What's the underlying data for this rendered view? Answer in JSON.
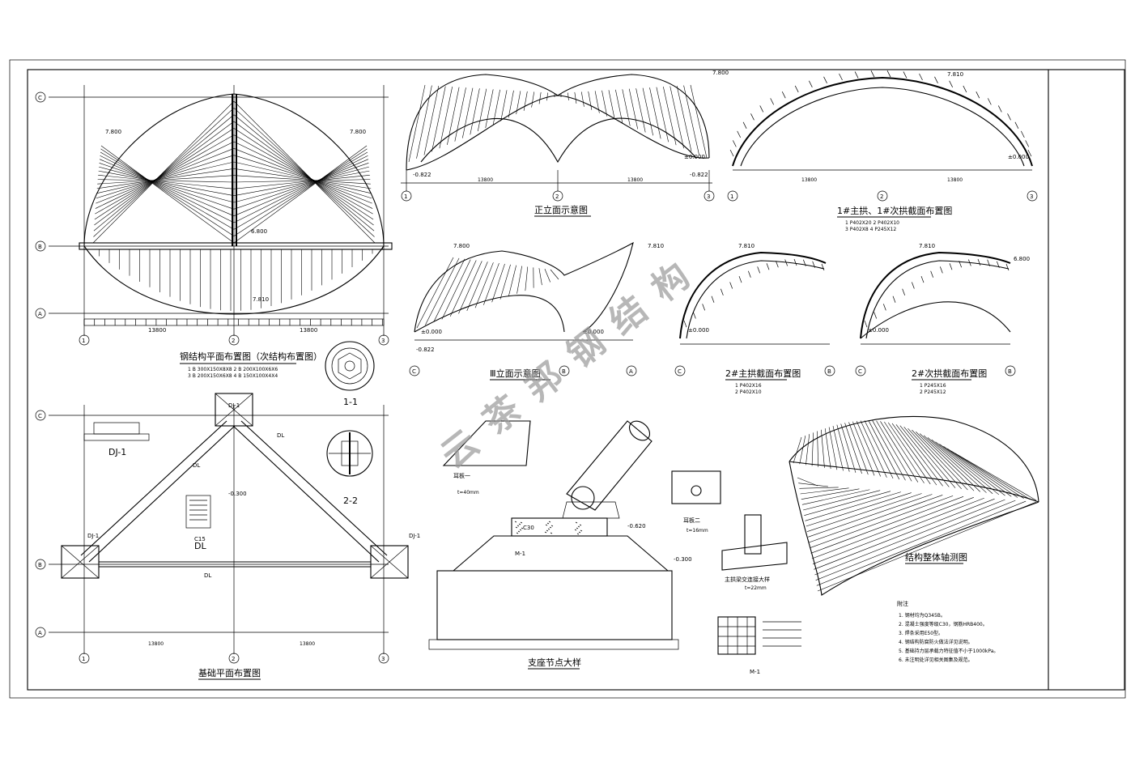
{
  "titles": {
    "plan": "钢结构平面布置图（次结构布置图）",
    "front_elev": "正立面示意图",
    "arch_sections": "1#主拱、1#次拱截面布置图",
    "side_elev": "Ⅲ立面示意图",
    "arch2_main": "2#主拱截面布置图",
    "arch2_sub": "2#次拱截面布置图",
    "foundation": "基础平面布置图",
    "support_node": "支座节点大样",
    "axon": "结构整体轴测图",
    "ear_plate1": "耳板一",
    "ear_plate2": "耳板二",
    "main_arch_joint": "主拱梁交连接大样",
    "notes_head": "附注",
    "sec11": "1-1",
    "sec22": "2-2",
    "dj1": "DJ-1",
    "dl": "DL",
    "m1": "M-1"
  },
  "axes": {
    "grid_num": [
      "1",
      "2",
      "3"
    ],
    "grid_letter": [
      "C",
      "B",
      "A"
    ]
  },
  "elevations": {
    "e7800": "7.800",
    "e7810": "7.810",
    "e6800": "6.800",
    "e0000": "±0.000",
    "em0822": "-0.822",
    "em0300": "-0.300",
    "em0620": "-0.620"
  },
  "dims": {
    "span": "13800",
    "half_span": "13800",
    "height": "7800"
  },
  "legend": {
    "arch1_r1": "1  P402X20  2  P402X10",
    "arch1_r2": "3  P402X8  4  P245X12",
    "plan_r1": "1  B 300X150X8X8  2  B 200X100X6X6",
    "plan_r2": "3  B 200X150X6X8  4  B 150X100X4X4",
    "arch2_main_r1": "1  P402X16",
    "arch2_main_r2": "2  P402X10",
    "arch2_sub_r1": "1  P245X16",
    "arch2_sub_r2": "2  P245X12",
    "ear1_t": "t=40mm",
    "ear2_t": "t=16mm",
    "joint_t": "t=22mm",
    "c30": "C30",
    "c15": "C15"
  },
  "notes": [
    "1. 钢材均为Q345B。",
    "2. 混凝土强度等级C30，钢筋HRB400。",
    "3. 焊条采用E50型。",
    "4. 钢结构防腐防火做法详见说明。",
    "5. 基础持力层承载力特征值不小于1000kPa。",
    "6. 未注明处详见相关图集及规范。"
  ],
  "watermark": [
    "云",
    "茶",
    "邦",
    "钢",
    "结",
    "构"
  ]
}
